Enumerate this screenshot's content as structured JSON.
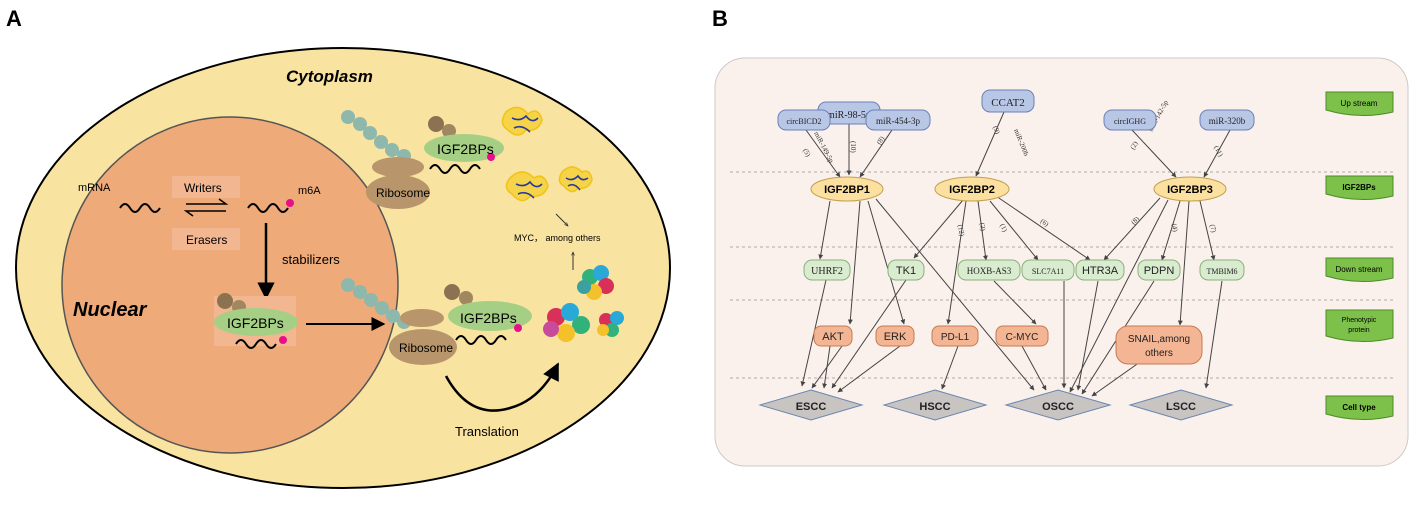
{
  "panels": {
    "a": "A",
    "b": "B"
  },
  "colors": {
    "cytoplasm": "#f8e3a0",
    "nucleus": "#eeaa78",
    "modifier_box": "#f2b691",
    "igf2bp_green": "#a6cf86",
    "ribosome": "#b8956a",
    "bead": "#8fb8ac",
    "m6a_dot": "#e8108a",
    "b_background": "#fbf1ec",
    "upstream_node": "#b9c7e6",
    "igf2bp_node": "#fbe0a0",
    "downstream_node": "#d9ecd0",
    "phenotype_node": "#f3b594",
    "celltype_node": "#c7c4c1",
    "legend_tag": "#7dc04a"
  },
  "panel_a": {
    "cytoplasm_label": "Cytoplasm",
    "nuclear_label": "Nuclear",
    "mrna_label": "mRNA",
    "writers_label": "Writers",
    "erasers_label": "Erasers",
    "m6a_label": "m6A",
    "stabilizers_label": "stabilizers",
    "igf2bps_nuclear": "IGF2BPs",
    "igf2bps_top": "IGF2BPs",
    "ribosome_top": "Ribosome",
    "igf2bps_bottom": "IGF2BPs",
    "ribosome_bottom": "Ribosome",
    "myc_label": "MYC， among others",
    "translation_label": "Translation"
  },
  "panel_b": {
    "upstream": {
      "mir98": "miR-98-5p",
      "circbicd2": "circBICD2",
      "mir454": "miR-454-3p",
      "ccat2": "CCAT2",
      "circighg": "circIGHG",
      "mir320b": "miR-320b"
    },
    "edge_labels": {
      "mir149": "miR-149-5p",
      "mir200b": "miR-200b",
      "mir142": "miR-142-5p",
      "n5": "(5)",
      "n10": "(10)",
      "n8a": "(8)",
      "n9": "(9)",
      "n2": "(2)",
      "n11": "(11)",
      "n12": "(12)",
      "n3": "(3)",
      "n1": "(1)",
      "n6": "(6)",
      "n8b": "(8)",
      "n4": "(4)",
      "n7": "(7)"
    },
    "igf2bps": {
      "p1": "IGF2BP1",
      "p2": "IGF2BP2",
      "p3": "IGF2BP3"
    },
    "downstream": {
      "uhrf2": "UHRF2",
      "tk1": "TK1",
      "hoxb": "HOXB-AS3",
      "slc7a11": "SLC7A11",
      "htr3a": "HTR3A",
      "pdpn": "PDPN",
      "tmbim6": "TMBIM6"
    },
    "phenotype": {
      "akt": "AKT",
      "erk": "ERK",
      "pdl1": "PD-L1",
      "cmyc": "C-MYC",
      "snail_line1": "SNAIL,among",
      "snail_line2": "others"
    },
    "celltype": {
      "escc": "ESCC",
      "hscc": "HSCC",
      "oscc": "OSCC",
      "lscc": "LSCC"
    },
    "legend": {
      "upstream": "Up stream",
      "igf2bps": "IGF2BPs",
      "downstream": "Down stream",
      "phenotype_line1": "Phenotypic",
      "phenotype_line2": "protein",
      "celltype": "Cell type"
    }
  }
}
